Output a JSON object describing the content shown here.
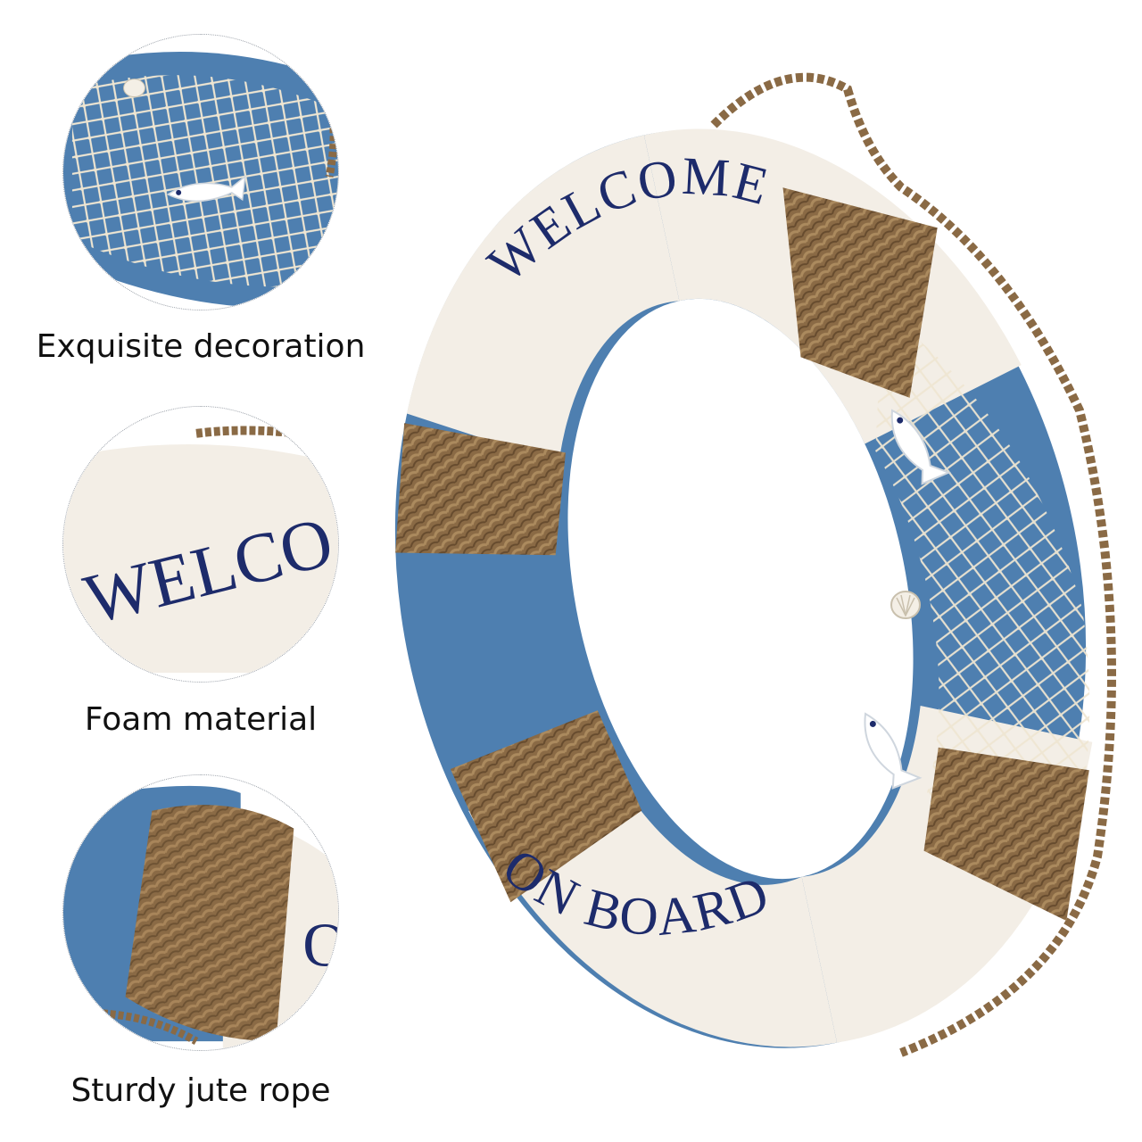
{
  "callouts": [
    {
      "caption": "Exquisite decoration"
    },
    {
      "caption": "Foam material"
    },
    {
      "caption": "Sturdy jute rope"
    }
  ],
  "product": {
    "ring_text_top": "WELCOME",
    "ring_text_bottom": "ON BOARD",
    "zoom_text_welcome": "WELCO",
    "zoom_text_on": "O"
  },
  "colors": {
    "ring_blue": "#4e7fb0",
    "ring_white": "#f3eee6",
    "rope_brown": "#8a6a45",
    "text_navy": "#1d2b6b",
    "net_cream": "#efe6d2"
  }
}
